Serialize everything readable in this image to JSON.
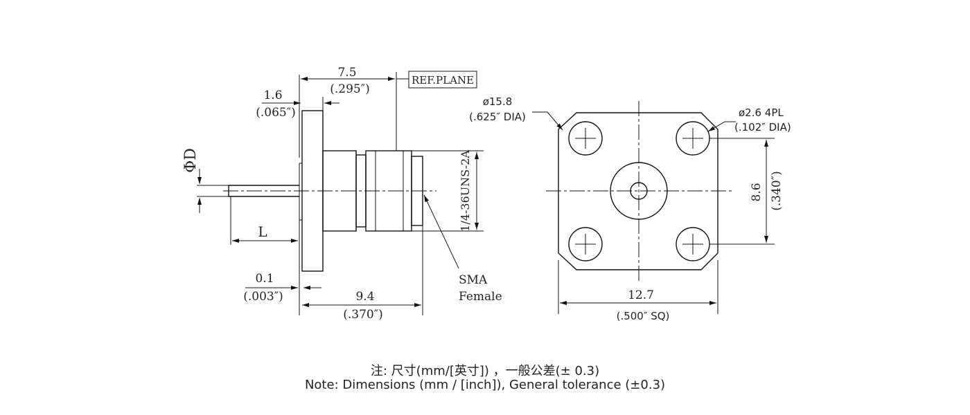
{
  "side_view": {
    "dim_length": "7.5",
    "dim_length_in": "(.295″)",
    "ref_plane": "REF.PLANE",
    "dim_flange": "1.6",
    "dim_flange_in": "(.065″)",
    "pin_dia_label": "ΦD",
    "pin_length_label": "L",
    "dim_gap": "0.1",
    "dim_gap_in": "(.003″)",
    "dim_body": "9.4",
    "dim_body_in": "(.370″)",
    "thread_label": "1/4-36UNS-2A",
    "connector_line1": "SMA",
    "connector_line2": "Female"
  },
  "front_view": {
    "flange_dia": "ø15.8",
    "flange_dia_in": "(.625″  DIA)",
    "hole_dia": "ø2.6  4PL",
    "hole_dia_in": "(.102″  DIA)",
    "hole_spacing": "8.6",
    "hole_spacing_in": "(.340″)",
    "width": "12.7",
    "width_in": "(.500″   SQ)"
  },
  "notes": {
    "cn": "注: 尺寸(mm/[英寸]) ，一般公差(± 0.3)",
    "en": "Note: Dimensions (mm / [inch]), General tolerance (±0.3)"
  }
}
